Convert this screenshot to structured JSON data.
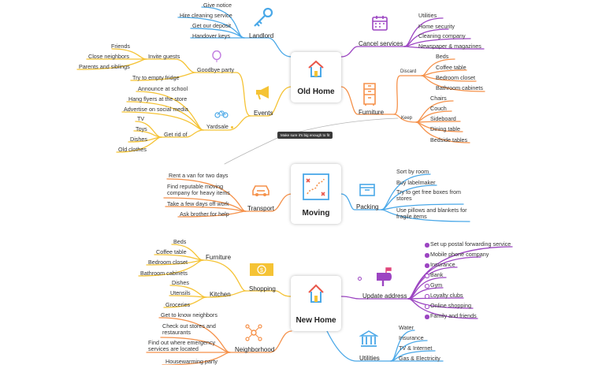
{
  "tooltip": "Make sure it's big enough to fit",
  "roots": {
    "old_home": "Old Home",
    "moving": "Moving",
    "new_home": "New Home"
  },
  "old_home": {
    "landlord": {
      "label": "Landlord",
      "items": [
        "Give notice",
        "Hire cleaning service",
        "Get our deposit",
        "Handover keys"
      ]
    },
    "events": {
      "label": "Events",
      "goodbye_party": {
        "label": "Goodbye party",
        "invite_guests": {
          "label": "Invite guests",
          "items": [
            "Friends",
            "Close neighbors",
            "Parents and siblings"
          ]
        },
        "items": [
          "Try to empty fridge"
        ]
      },
      "yardsale": {
        "label": "Yardsale",
        "items": [
          "Announce at school",
          "Hang flyers at the store",
          "Advertise on social media"
        ],
        "get_rid_of": {
          "label": "Get rid of",
          "items": [
            "TV",
            "Toys",
            "Dishes",
            "Old clothes"
          ]
        }
      }
    },
    "cancel_services": {
      "label": "Cancel services",
      "items": [
        "Utilities",
        "Home security",
        "Cleaning company",
        "Newspaper & magazines"
      ]
    },
    "furniture": {
      "label": "Furniture",
      "discard": {
        "label": "Discard",
        "items": [
          "Beds",
          "Coffee table",
          "Bedroom closet",
          "Bathroom cabinets"
        ]
      },
      "keep": {
        "label": "Keep",
        "items": [
          "Chairs",
          "Couch",
          "Sideboard",
          "Dining table",
          "Bedside tables"
        ]
      }
    }
  },
  "moving": {
    "transport": {
      "label": "Transport",
      "items": [
        "Rent a van for two days",
        "Find reputable moving company for heavy items",
        "Take a few days off work",
        "Ask brother for help"
      ]
    },
    "packing": {
      "label": "Packing",
      "items": [
        "Sort by room",
        "Buy labelmaker",
        "Try to get free boxes from stores",
        "Use pillows and blankets for fragile items"
      ]
    }
  },
  "new_home": {
    "shopping": {
      "label": "Shopping",
      "furniture": {
        "label": "Furniture",
        "items": [
          "Beds",
          "Coffee table",
          "Bedroom closet",
          "Bathroom cabinets"
        ]
      },
      "kitchen": {
        "label": "Kitchen",
        "items": [
          "Dishes",
          "Utensils",
          "Groceries"
        ]
      }
    },
    "neighborhood": {
      "label": "Neighborhood",
      "items": [
        "Get to know neighbors",
        "Check out stores and restaurants",
        "Find out where emergency services are located",
        "Housewarming party"
      ]
    },
    "update_address": {
      "label": "Update address",
      "items": [
        "Set up postal forwarding service",
        "Mobile phone company",
        "Insurance",
        "Bank",
        "Gym",
        "Loyalty clubs",
        "Online shopping",
        "Family and friends"
      ],
      "marked": [
        true,
        true,
        true,
        false,
        false,
        false,
        false,
        true
      ]
    },
    "utilities": {
      "label": "Utilities",
      "items": [
        "Water",
        "Insurance",
        "TV & Internet",
        "Gas & Electricity"
      ]
    }
  },
  "colors": {
    "blue": "#4aa8e8",
    "yellow": "#f5c335",
    "purple": "#9c45c2",
    "orange": "#f5914a",
    "gray": "#b5b5b5"
  }
}
